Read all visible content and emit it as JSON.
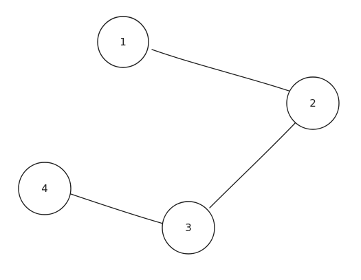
{
  "graph": {
    "nodes": [
      {
        "id": "1",
        "label": "1"
      },
      {
        "id": "2",
        "label": "2"
      },
      {
        "id": "3",
        "label": "3"
      },
      {
        "id": "4",
        "label": "4"
      }
    ],
    "edges": [
      {
        "from": "1",
        "to": "2"
      },
      {
        "from": "2",
        "to": "3"
      },
      {
        "from": "4",
        "to": "3"
      }
    ]
  }
}
